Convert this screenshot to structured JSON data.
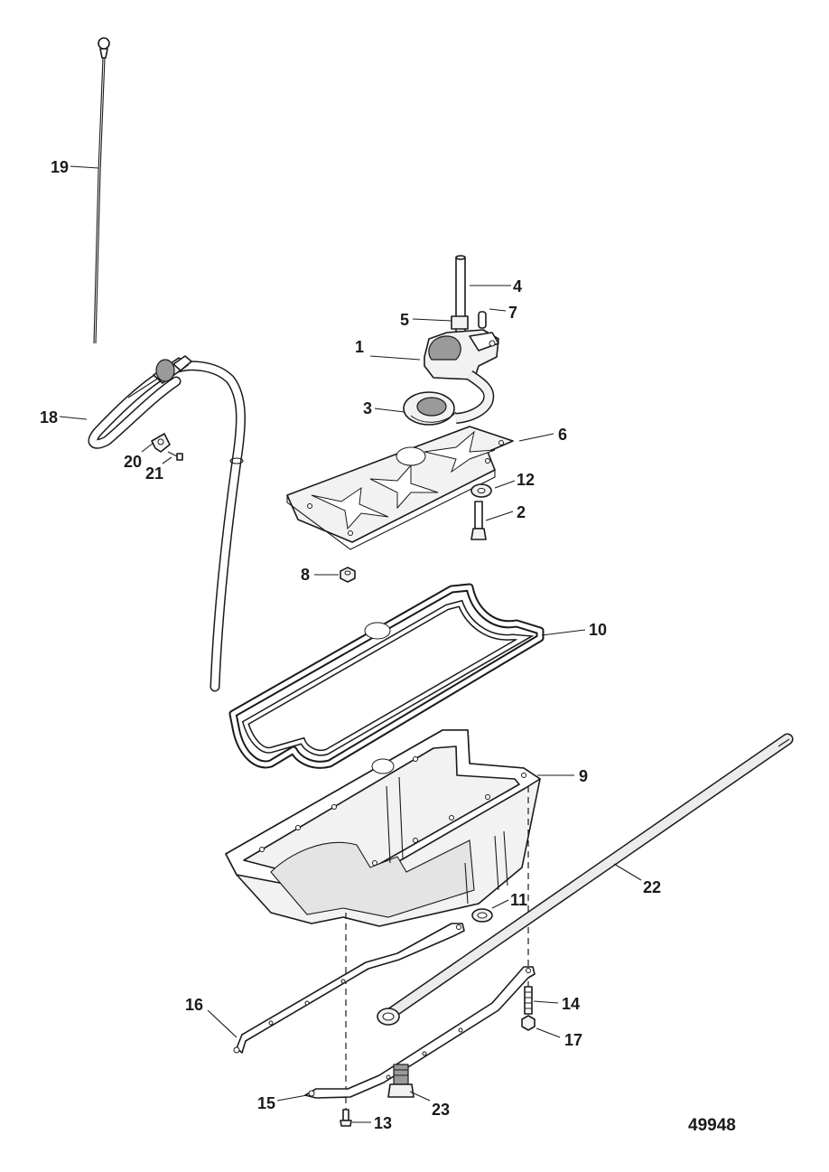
{
  "diagram": {
    "figure_number": "49948",
    "callouts": {
      "c1": "1",
      "c2": "2",
      "c3": "3",
      "c4": "4",
      "c5": "5",
      "c6": "6",
      "c7": "7",
      "c8": "8",
      "c9": "9",
      "c10": "10",
      "c11": "11",
      "c12": "12",
      "c13": "13",
      "c14": "14",
      "c15": "15",
      "c16": "16",
      "c17": "17",
      "c18": "18",
      "c19": "19",
      "c20": "20",
      "c21": "21",
      "c22": "22",
      "c23": "23"
    }
  }
}
